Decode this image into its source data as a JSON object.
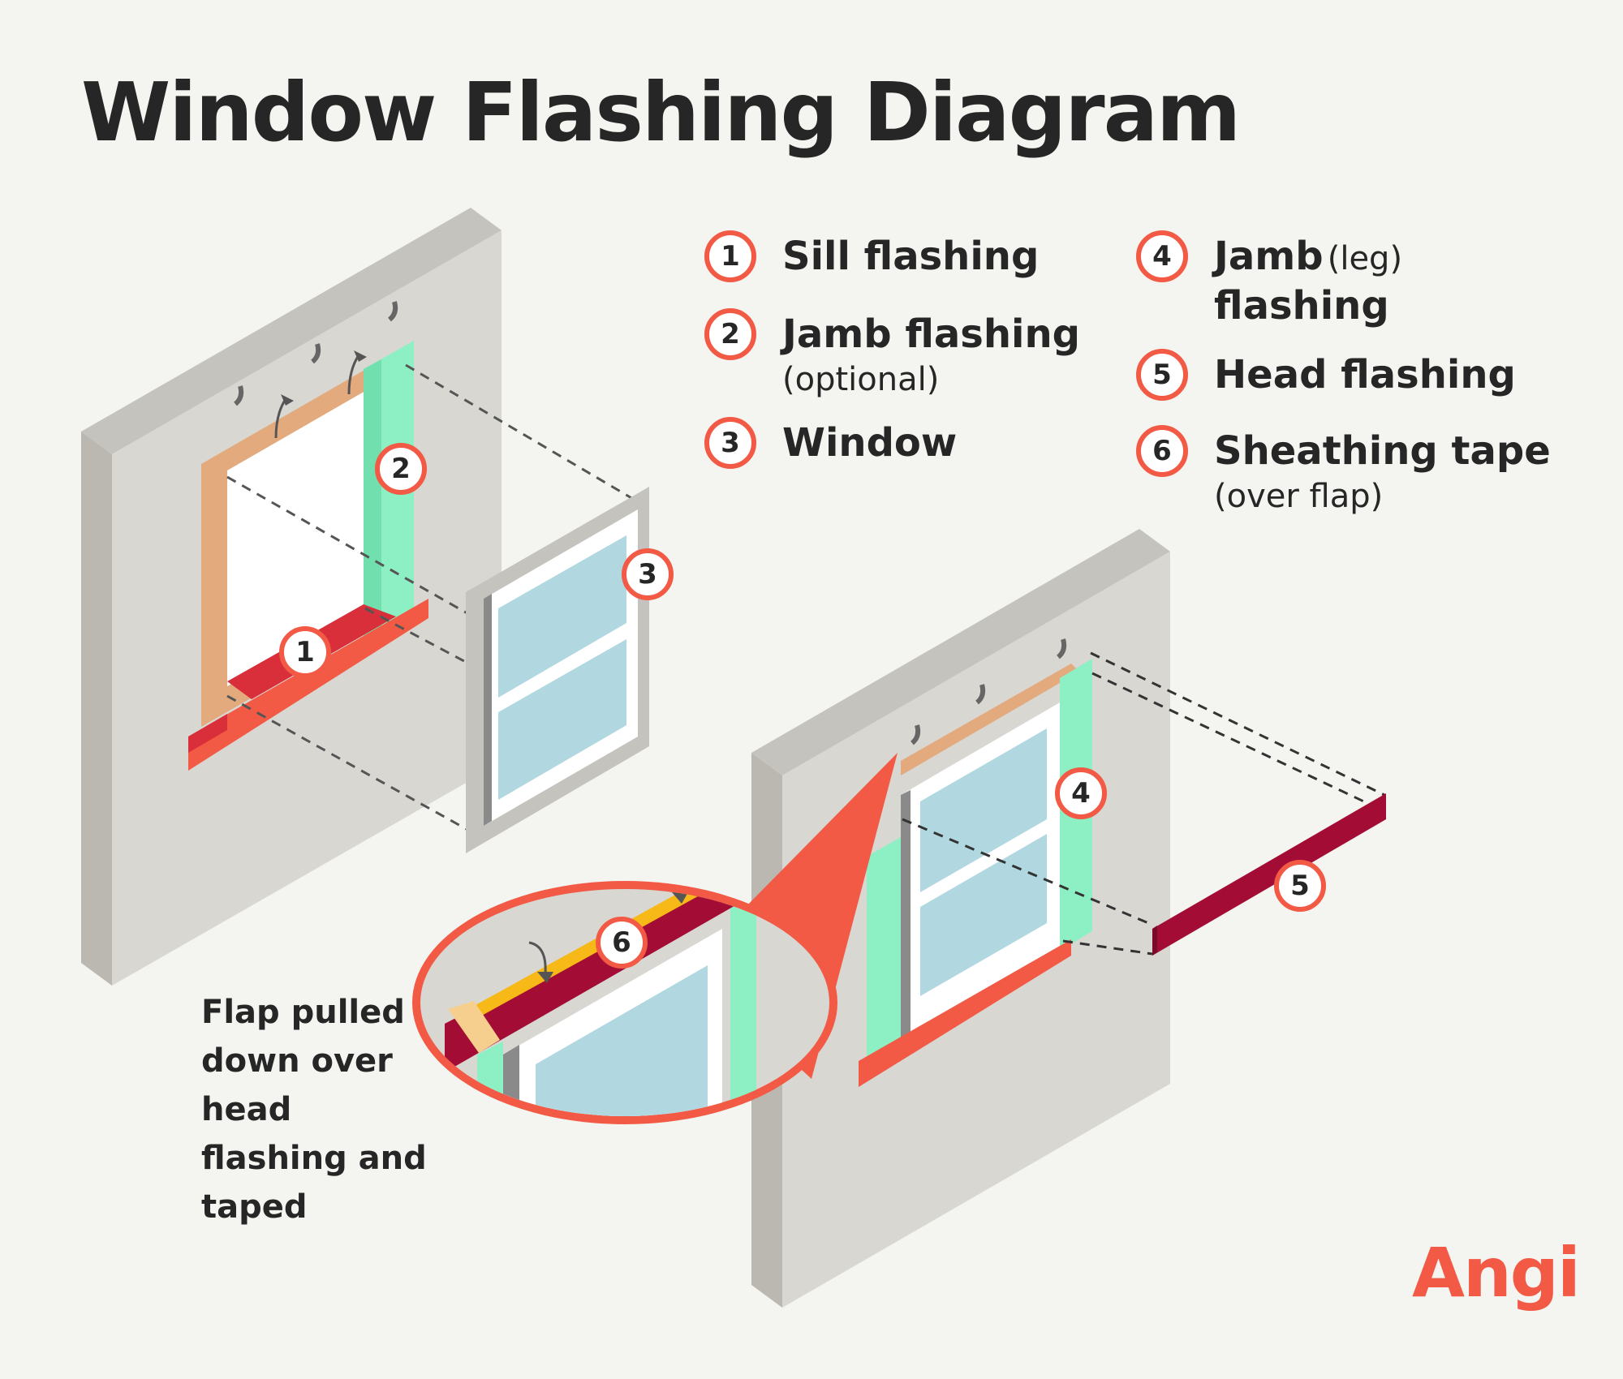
{
  "title": "Window Flashing Diagram",
  "legend": [
    {
      "number": "1",
      "label": "Sill flashing",
      "note": ""
    },
    {
      "number": "2",
      "label": "Jamb flashing",
      "note": "(optional)"
    },
    {
      "number": "3",
      "label": "Window",
      "note": ""
    },
    {
      "number": "4",
      "label": "Jamb",
      "inline_note": "(leg)",
      "label_line2": "flashing"
    },
    {
      "number": "5",
      "label": "Head flashing",
      "note": ""
    },
    {
      "number": "6",
      "label": "Sheathing tape",
      "note": "(over flap)"
    }
  ],
  "callouts": {
    "sill": "1",
    "jamb_optional": "2",
    "window": "3",
    "jamb_leg": "4",
    "head": "5",
    "tape": "6"
  },
  "flap_note": "Flap pulled down over head flashing and taped",
  "logo": "Angi",
  "colors": {
    "accent": "#f25a45",
    "sill_flashing": "#d92f3a",
    "jamb_flashing": "#8df0c4",
    "head_flashing": "#a30d35",
    "sheathing_tape": "#f7b917",
    "building_paper": "#e3aa7e",
    "wall_face": "#d8d7d2",
    "wall_side": "#bebcb5",
    "glass": "#b1d8e0"
  }
}
